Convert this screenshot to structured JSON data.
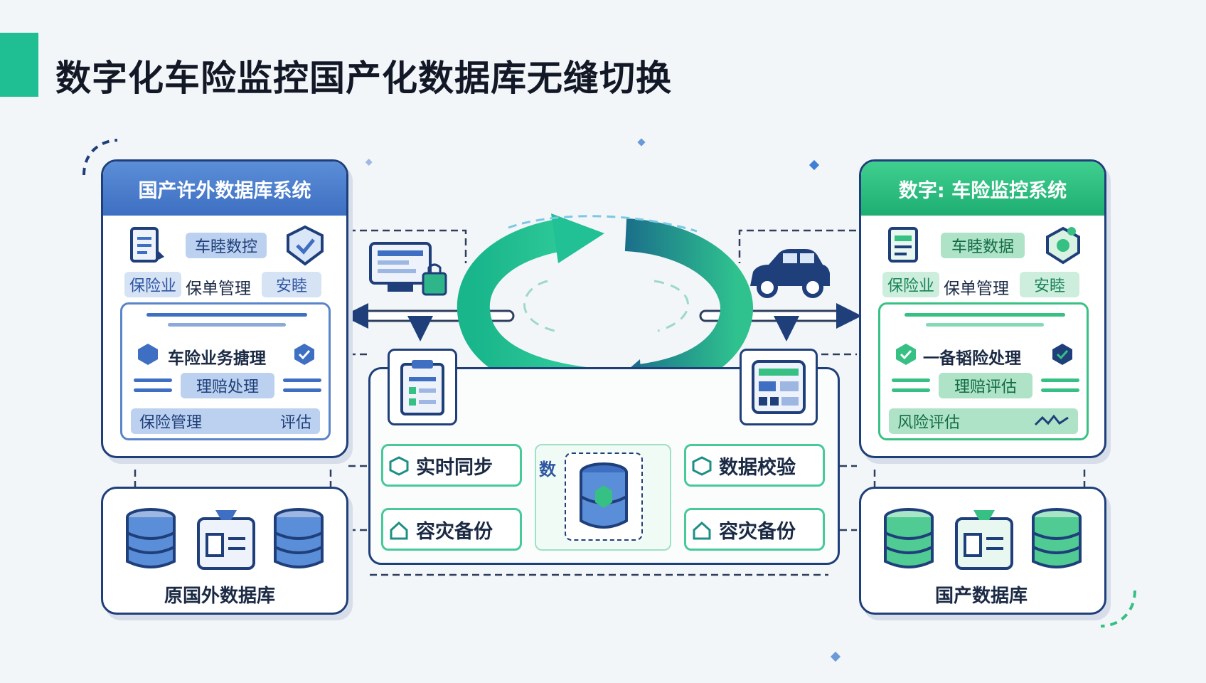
{
  "title": "数字化车险监控国产化数据库无缝切换",
  "left_system": {
    "header": "国产许外数据库系统",
    "chip_top": "车睦数控",
    "row_labels": [
      "保险业",
      "保单管理",
      "安睦"
    ],
    "inner_title": "车险业务搪理",
    "inner_chip": "理赔处理",
    "inner_bottom_left": "保险管理",
    "inner_bottom_right": "评估"
  },
  "right_system": {
    "header": "数字: 车险监控系统",
    "chip_top": "车睦数据",
    "row_labels": [
      "保险业",
      "保单管理",
      "安睦"
    ],
    "inner_title": "一备韬险处理",
    "inner_chip": "理赔评估",
    "inner_bottom_left": "风险评估"
  },
  "center": {
    "boxes": [
      "实时同步",
      "数据校验",
      "容灾备份",
      "容灾备份"
    ],
    "mid_label": "数"
  },
  "left_db": {
    "caption": "原国外数据库"
  },
  "right_db": {
    "caption": "国产数据库"
  },
  "colors": {
    "accent": "#1fbf93",
    "navy": "#1f3f7a",
    "blue": "#3f6fc2",
    "green": "#36c083",
    "teal": "#1c8f86"
  },
  "icons": [
    "document-icon",
    "shield-check-icon",
    "computer-icon",
    "car-icon",
    "database-icon",
    "clipboard-icon",
    "dashboard-icon",
    "sync-arrows-icon",
    "chart-icon"
  ]
}
